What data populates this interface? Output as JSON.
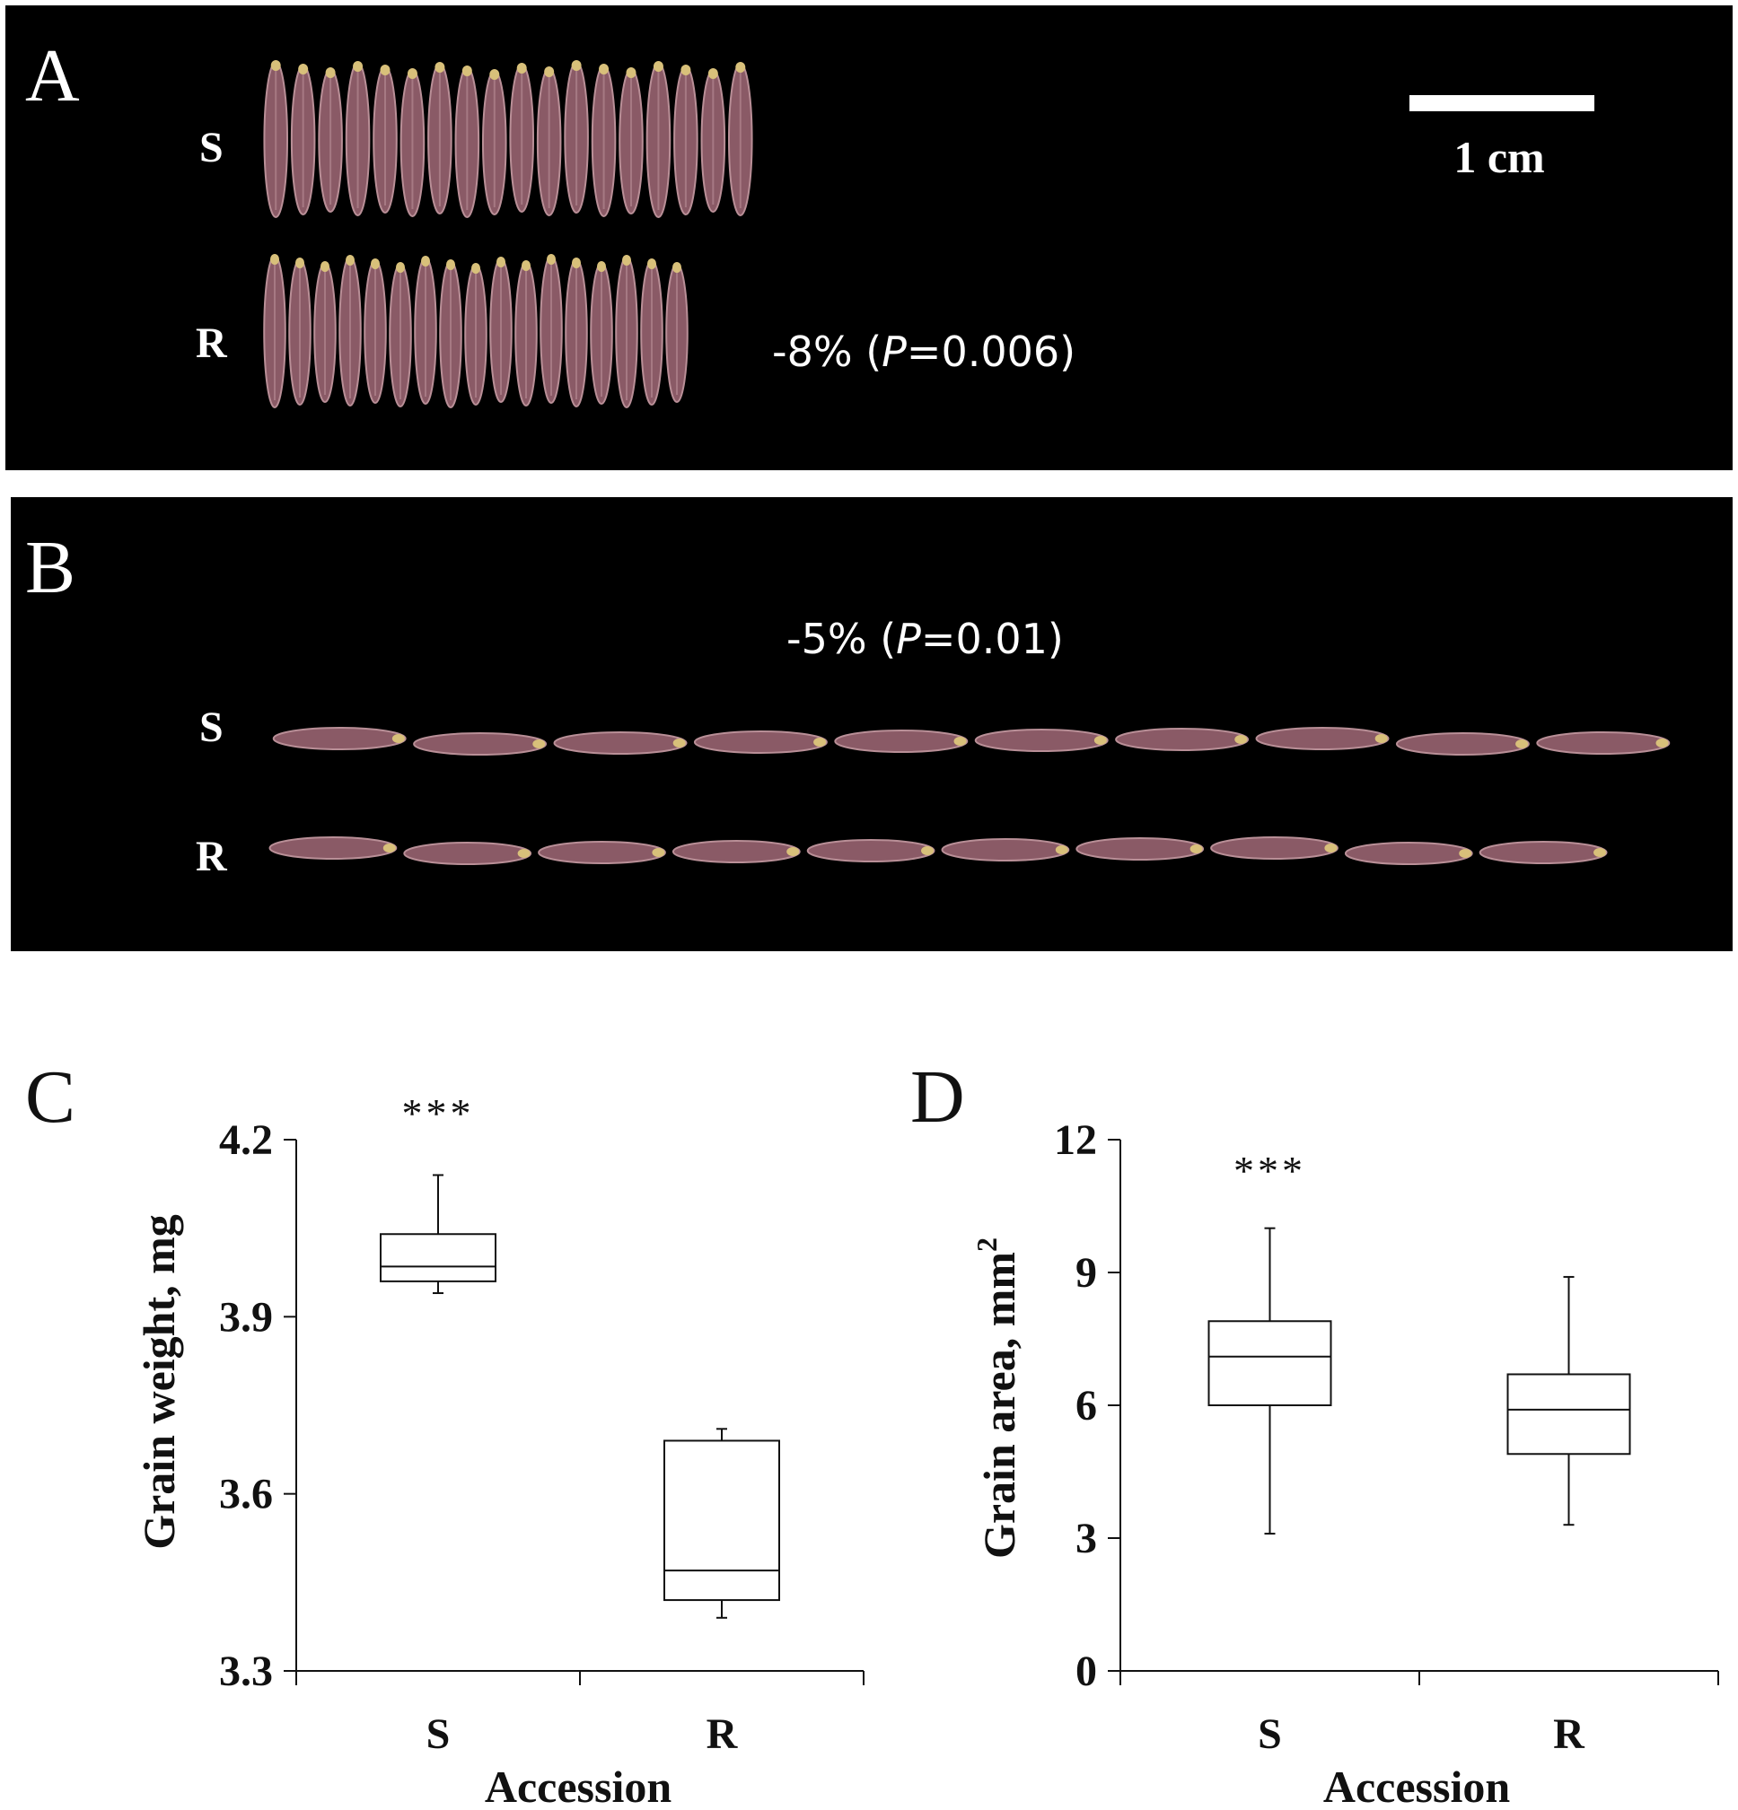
{
  "colors": {
    "photo_background": "#000000",
    "grain": "#8a5a66",
    "grain_highlight": "#b98f97",
    "grain_tip": "#d8c07a",
    "axis": "#111111",
    "box": "#111111"
  },
  "panel_a": {
    "letter": "A",
    "row_s": "S",
    "row_r": "R",
    "scale_label": "1 cm",
    "note_prefix": "-8% (",
    "note_p": "P",
    "note_suffix": "=0.006)",
    "grains_s": 18,
    "grains_r": 17
  },
  "panel_b": {
    "letter": "B",
    "row_s": "S",
    "row_r": "R",
    "note_prefix": "-5% (",
    "note_p": "P",
    "note_suffix": "=0.01)",
    "grains_s": 10,
    "grains_r": 10
  },
  "chart_data": [
    {
      "panel": "C",
      "type": "box",
      "xlabel": "Accession",
      "ylabel": "Grain weight, mg",
      "ylim": [
        3.3,
        4.2
      ],
      "yticks": [
        "4.2",
        "3.9",
        "3.6",
        "3.3"
      ],
      "ytick_values": [
        4.2,
        3.9,
        3.6,
        3.3
      ],
      "categories": [
        "S",
        "R"
      ],
      "boxes": [
        {
          "name": "S",
          "min": 3.94,
          "q1": 3.96,
          "median": 3.985,
          "q3": 4.04,
          "max": 4.14
        },
        {
          "name": "R",
          "min": 3.39,
          "q1": 3.42,
          "median": 3.47,
          "q3": 3.69,
          "max": 3.71
        }
      ],
      "annotation": "***",
      "annotation_category": "S"
    },
    {
      "panel": "D",
      "type": "box",
      "xlabel": "Accession",
      "ylabel": "Grain area, mm",
      "ylabel_sup": "2",
      "ylim": [
        0,
        12
      ],
      "yticks": [
        "12",
        "9",
        "6",
        "3",
        "0"
      ],
      "ytick_values": [
        12,
        9,
        6,
        3,
        0
      ],
      "categories": [
        "S",
        "R"
      ],
      "boxes": [
        {
          "name": "S",
          "min": 3.1,
          "q1": 6.0,
          "median": 7.1,
          "q3": 7.9,
          "max": 10.0
        },
        {
          "name": "R",
          "min": 3.3,
          "q1": 4.9,
          "median": 5.9,
          "q3": 6.7,
          "max": 8.9
        }
      ],
      "annotation": "***",
      "annotation_category": "S"
    }
  ]
}
